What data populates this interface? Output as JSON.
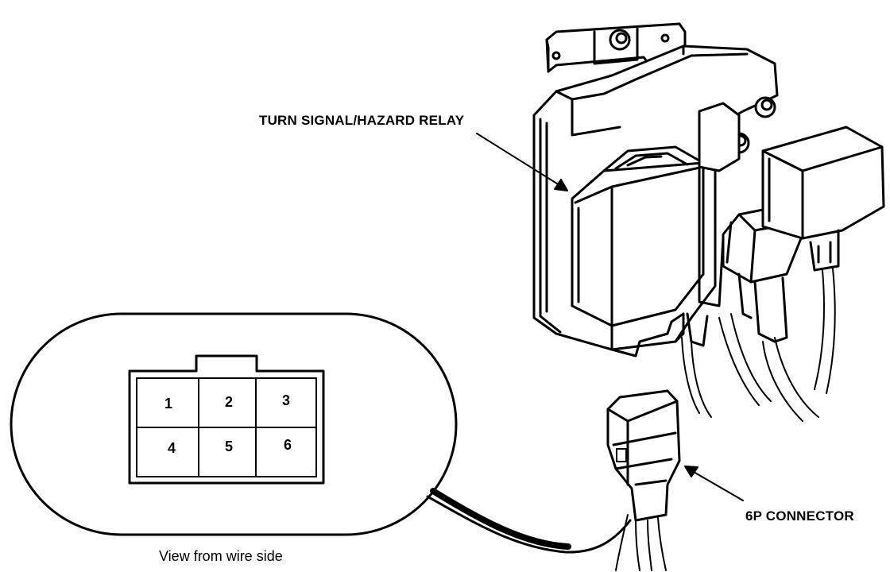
{
  "labels": {
    "relay": "TURN SIGNAL/HAZARD RELAY",
    "connector": "6P CONNECTOR",
    "view": "View from wire side"
  },
  "terminals": {
    "t1": "1",
    "t2": "2",
    "t3": "3",
    "t4": "4",
    "t5": "5",
    "t6": "6"
  },
  "colors": {
    "ink": "#000000",
    "paper": "#ffffff"
  }
}
